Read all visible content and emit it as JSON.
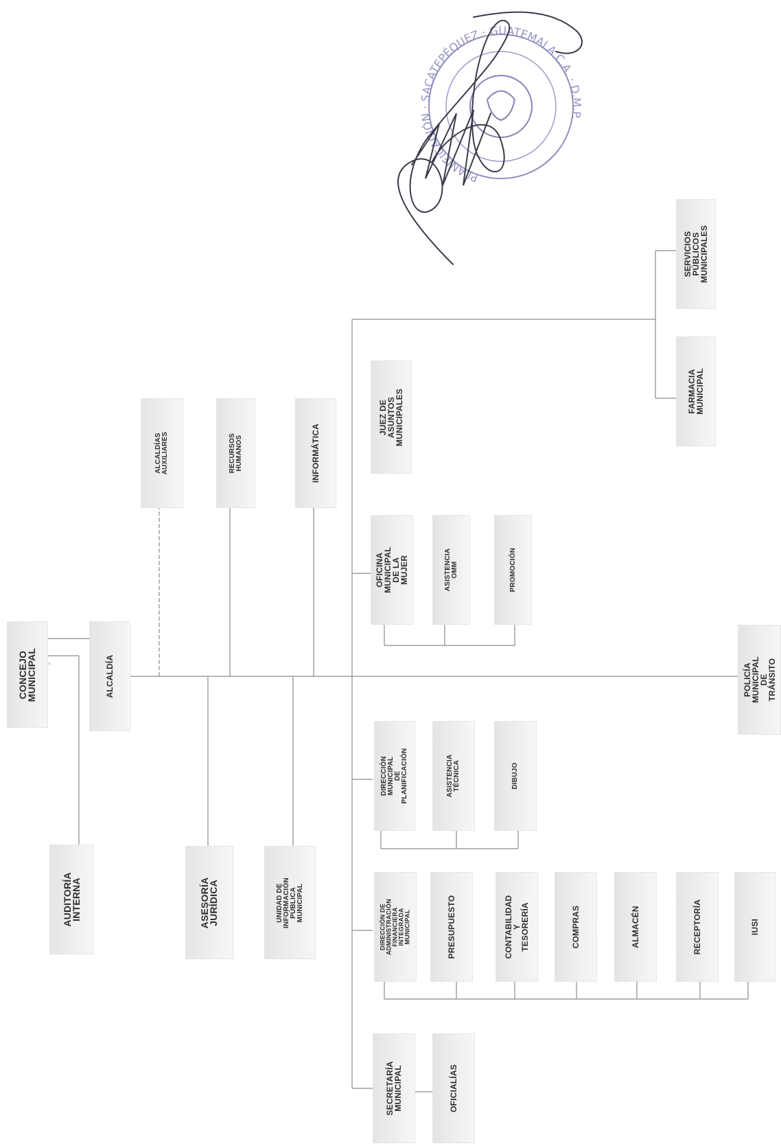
{
  "org_chart": {
    "concejo": "CONCEJO\nMUNICIPAL",
    "alcaldia": "ALCALDÍA",
    "auditoria": "AUDITORÍA\nINTERNA",
    "asesoria": "ASESORÍA\nJURÍDICA",
    "uaip": "UNIDAD DE\nINFORMACIÓN\nPÚBLICA MUNICIPAL",
    "alcaldias_aux": "ALCALDÍAS\nAUXILIARES",
    "rrhh": "RECURSOS\nHUMANOS",
    "informatica": "INFORMÁTICA",
    "juez": "JUEZ DE\nASUNTOS\nMUNICIPALES",
    "omm": "OFICINA\nMUNICIPAL DE LA\nMUJER",
    "asistencia_omm": "ASISTENCIA OMM",
    "promocion": "PROMOCIÓN",
    "dmp": "DIRECCIÓN  MUNICIPAL\nDE\nPLANIFICACIÓN",
    "asistencia_tecnica": "ASISTENCIA\nTÉCNICA",
    "dibujo": "DIBUJO",
    "dafim": "DIRECCIÓN DE\nADMINISTRACIÓN\nFINANCIERA\nINTEGRADA\nMUNICIPAL",
    "presupuesto": "PRESUPUESTO",
    "contabilidad": "CONTABILIDAD Y\nTESORERÍA",
    "compras": "COMPRAS",
    "almacen": "ALMACÉN",
    "receptoria": "RECEPTORÍA",
    "iusi": "IUSI",
    "secretaria": "SECRETARÍA\nMUNICIPAL",
    "oficialias": "OFICIALÍAS",
    "policia": "POLICÍA\nMUNICIPAL DE\nTRÁNSITO",
    "farmacia": "FARMACIA\nMUNICIPAL",
    "servicios": "SERVICIOS\nPÚBLICOS\nMUNICIPALES"
  },
  "seal": {
    "text": "PLANIFICACIÓN · SACATEPÉQUEZ · GUATEMALA C.A. · D.M.P."
  }
}
